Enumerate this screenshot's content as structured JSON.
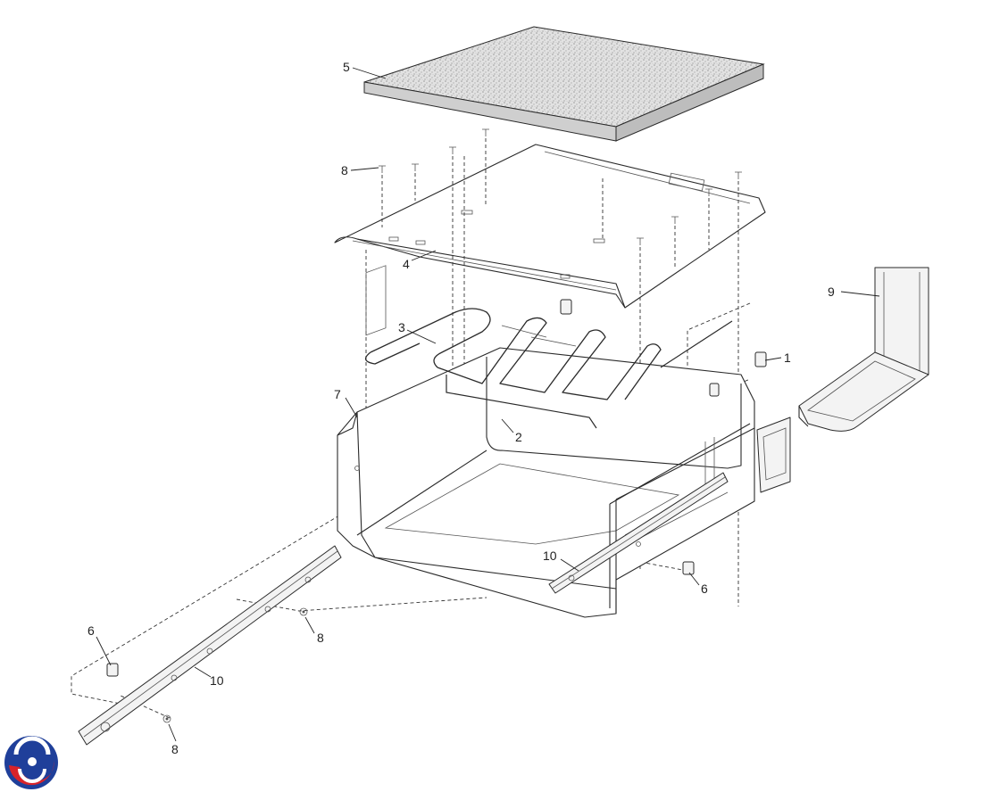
{
  "diagram": {
    "callouts": {
      "c1": "1",
      "c2": "2",
      "c3": "3",
      "c4": "4",
      "c5": "5",
      "c6_right": "6",
      "c6_left": "6",
      "c7": "7",
      "c8_top": "8",
      "c8_mid": "8",
      "c8_bottom": "8",
      "c9": "9",
      "c10_right": "10",
      "c10_left": "10"
    },
    "logo": {
      "colors": [
        "#1f3f9a",
        "#d8232a"
      ]
    }
  }
}
